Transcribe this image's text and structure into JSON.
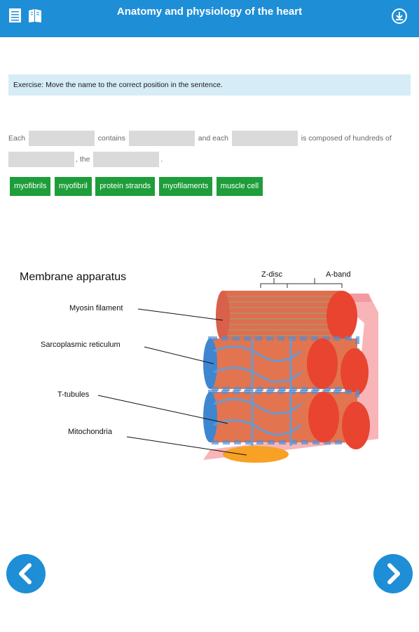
{
  "header": {
    "title": "Anatomy and physiology of the heart",
    "left_icons": [
      "list-icon",
      "book-icon"
    ],
    "right_icon": "download-icon"
  },
  "exercise": {
    "instruction": "Exercise: Move the name to the correct position in the sentence."
  },
  "sentence": {
    "parts": [
      "Each",
      "contains",
      "and each",
      "is composed of hundreds of",
      ", the",
      "."
    ]
  },
  "chips": [
    "myofibrils",
    "myofibril",
    "protein strands",
    "myofilaments",
    "muscle cell"
  ],
  "figure": {
    "title": "Membrane apparatus",
    "labels": {
      "myosin": "Myosin filament",
      "sr": "Sarcoplasmic reticulum",
      "ttubules": "T-tubules",
      "mito": "Mitochondria",
      "zdisc": "Z-disc",
      "aband": "A-band"
    }
  },
  "colors": {
    "primary": "#1e8ed6",
    "chip": "#1e9d3b",
    "banner": "#d6ecf7"
  }
}
